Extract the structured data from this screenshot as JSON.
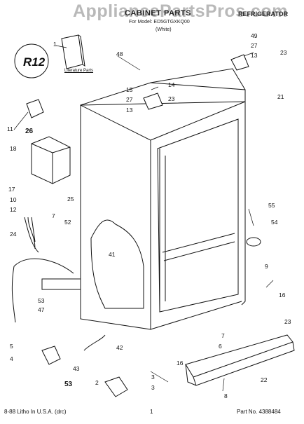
{
  "header": {
    "watermark": "AppliancePartsPros.com",
    "title": "CABINET PARTS",
    "category": "REFRIGERATOR",
    "models": "For Model: ED5GTGXKQ00",
    "color": "(White)"
  },
  "r12_badge": "R12",
  "literature_label": "Literature Parts",
  "callouts": [
    "1",
    "48",
    "49",
    "27",
    "13",
    "23",
    "14",
    "15",
    "27",
    "23",
    "13",
    "21",
    "11",
    "26",
    "18",
    "17",
    "10",
    "25",
    "12",
    "7",
    "52",
    "24",
    "41",
    "55",
    "54",
    "53",
    "47",
    "9",
    "16",
    "23",
    "5",
    "4",
    "42",
    "7",
    "6",
    "43",
    "53",
    "2",
    "3",
    "3",
    "16",
    "22",
    "8"
  ],
  "footer": {
    "left": "8-88 Litho In U.S.A. (drc)",
    "page": "1",
    "part_no": "Part No. 4388484"
  }
}
